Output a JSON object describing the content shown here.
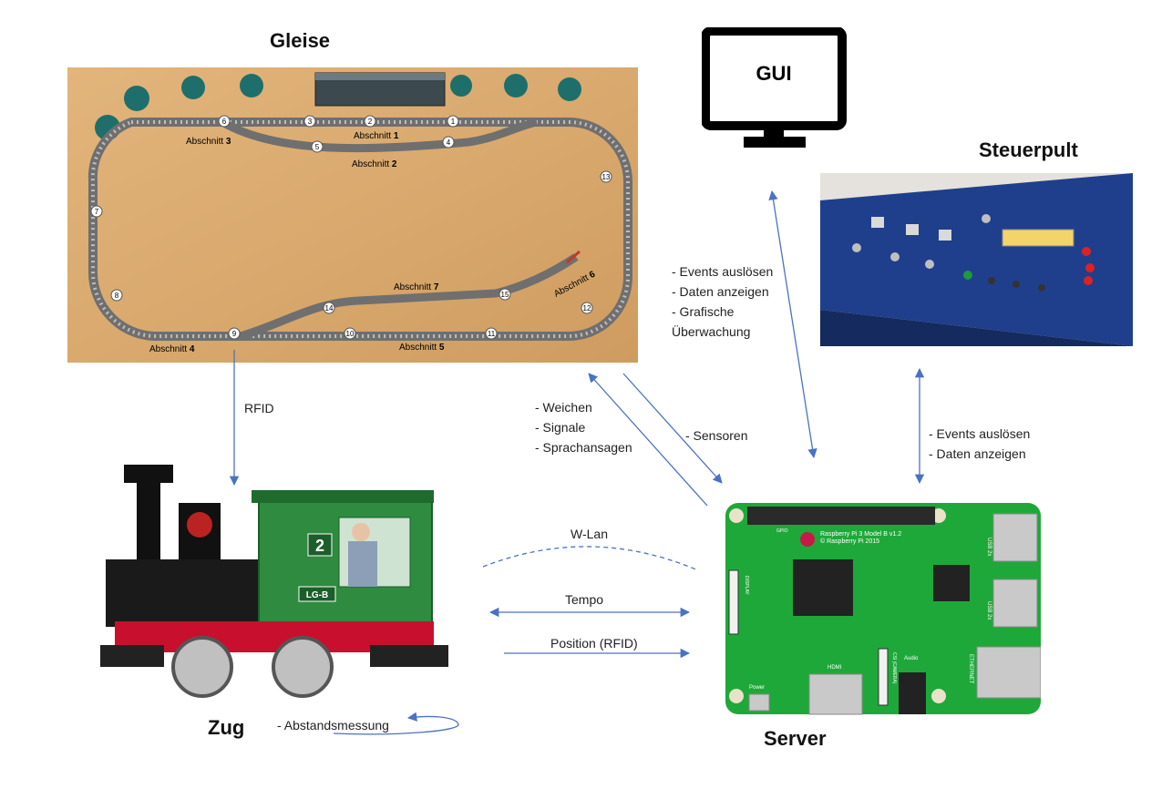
{
  "titles": {
    "tracks": "Gleise",
    "control_panel": "Steuerpult",
    "train": "Zug",
    "server": "Server",
    "monitor": "GUI"
  },
  "track_layout": {
    "sections": [
      {
        "prefix": "Abschnitt ",
        "num": "1"
      },
      {
        "prefix": "Abschnitt ",
        "num": "2"
      },
      {
        "prefix": "Abschnitt ",
        "num": "3"
      },
      {
        "prefix": "Abschnitt ",
        "num": "4"
      },
      {
        "prefix": "Abschnitt ",
        "num": "5"
      },
      {
        "prefix": "Abschnitt ",
        "num": "6"
      },
      {
        "prefix": "Abschnitt ",
        "num": "7"
      }
    ],
    "markers": [
      "1",
      "2",
      "3",
      "4",
      "5",
      "6",
      "7",
      "8",
      "9",
      "10",
      "11",
      "12",
      "13",
      "14",
      "15"
    ]
  },
  "locomotive": {
    "number_plate": "2",
    "side_plate": "LG-B"
  },
  "board": {
    "name": "Raspberry Pi 3 Model B v1.2",
    "copyright": "© Raspberry Pi 2015",
    "ports": {
      "usb1": "USB 2x",
      "usb2": "USB 2x",
      "ethernet": "ETHERNET",
      "hdmi": "HDMI",
      "audio": "Audio",
      "power": "Power",
      "display": "DISPLAY",
      "camera": "CSI (CAMERA)",
      "gpio": "GPIO"
    }
  },
  "connections": {
    "rfid": "RFID",
    "track_outputs": [
      "- Weichen",
      "- Signale",
      "- Sprachansagen"
    ],
    "sensors": "- Sensoren",
    "gui": [
      "- Events auslösen",
      "- Daten anzeigen",
      "- Grafische",
      "Überwachung"
    ],
    "panel": [
      "- Events auslösen",
      "- Daten anzeigen"
    ],
    "wlan": "W-Lan",
    "tempo": "Tempo",
    "position": "Position (RFID)",
    "distance": "- Abstandsmessung"
  },
  "colors": {
    "arrow": "#4a72c4",
    "board": "#1fa83a",
    "loco_green": "#2e8b3f",
    "loco_red": "#c8102e",
    "panel_blue": "#1f3f8c",
    "table_wood": "#d9a96e"
  }
}
